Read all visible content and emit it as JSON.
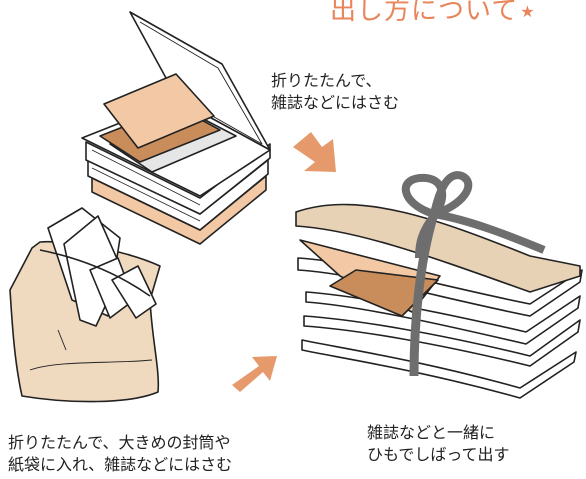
{
  "title": {
    "text": "出し方について",
    "star": "★"
  },
  "captions": {
    "magazine_insert": [
      "折りたたんで、",
      "雑誌などにはさむ"
    ],
    "envelope": [
      "折りたたんで、大きめの封筒や",
      "紙袋に入れ、雑誌などにはさむ"
    ],
    "bundle": [
      "雑誌などと一緒に",
      "ひもでしばって出す"
    ]
  },
  "colors": {
    "accent": "#e8855a",
    "arrow": "#e69a6c",
    "paper_light": "#f2c9a4",
    "paper_dark": "#c98d5c",
    "bag": "#efd9bf",
    "string": "#6e6e6e"
  },
  "icons": [
    "open-magazine-with-paper-illustration",
    "paper-bag-illustration",
    "tied-magazine-bundle-illustration",
    "arrow-right-down-icon",
    "arrow-right-up-icon"
  ]
}
